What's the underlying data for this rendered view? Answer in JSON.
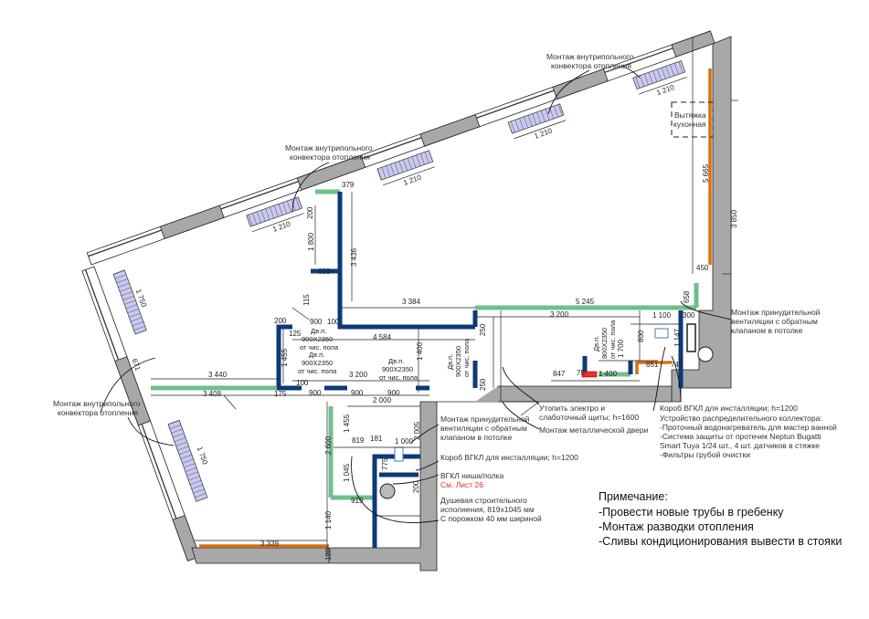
{
  "colors": {
    "wall": "#a8a8a8",
    "partition_new": "#0b3a78",
    "partition_gkl": "#6fbf8a",
    "heating": "#d9700e",
    "convector": "#c8c8f0",
    "reference": "#e53030"
  },
  "annotations": {
    "convector_top_right": [
      "Монтаж внутрипольного",
      "конвектора отопления"
    ],
    "convector_top_mid": [
      "Монтаж внутрипольного",
      "конвектора отопления"
    ],
    "convector_left": [
      "Монтаж внутрипольного",
      "конвектора отопления"
    ],
    "hood": [
      "Вытяжка",
      "кухонная"
    ],
    "ventilation_right": [
      "Монтаж принудительной",
      "вентиляции с обратным",
      "клапаном в потолке"
    ],
    "ventilation_mid": [
      "Монтаж принудительной",
      "вентиляции с обратным",
      "клапаном в потолке"
    ],
    "panels": [
      "Утопить электро и",
      "слаботочный щиты; h=1600"
    ],
    "metal_door": "Монтаж металлической двери",
    "install_box_right": "Короб ВГКЛ для инсталляции; h=1200",
    "collector": [
      "Устройство распределительного коллектора:",
      "-Проточный водонагреватель для мастер ванной",
      "-Система защиты от протечек Neptun Bugatti",
      "Smart Tuya 1/24 шт., 4 шт. датчиков в стяжке",
      "-Фильтры грубой очистки"
    ],
    "install_box_mid": "Короб ВГКЛ для инсталляции; h=1200",
    "niche": "ВГКЛ ниша/полка",
    "niche_ref": "См. Лист 26",
    "shower": [
      "Душевая строительного",
      "исполнения, 819x1045 мм",
      "С порожком 40 мм шириной"
    ]
  },
  "doors": [
    [
      "Дв.п.",
      "900Х2350",
      "от чис. пола"
    ],
    [
      "Дв.п.",
      "900Х2350",
      "от чис. пола"
    ],
    [
      "Дв.п.",
      "900Х2350",
      "от чис. пола"
    ],
    [
      "Дв.п.",
      "900Х2350",
      "от чис. пола"
    ],
    [
      "Дв.п.",
      "800Х2350",
      "от чис. пола"
    ]
  ],
  "notes": {
    "title": "Примечание:",
    "items": [
      "-Провести новые трубы в гребенку",
      "-Монтаж разводки отопления",
      "-Сливы кондиционирования вывести в стояки"
    ]
  },
  "dims": [
    "3 384",
    "5 245",
    "3 200",
    "4 584",
    "3 440",
    "3 408",
    "175",
    "100",
    "3 200",
    "2 000",
    "900",
    "900",
    "900",
    "1 455",
    "1 400",
    "3 436",
    "1 800",
    "600",
    "379",
    "200",
    "5 665",
    "3 850",
    "450",
    "658",
    "1 100",
    "300",
    "1 700",
    "1 147",
    "800",
    "847",
    "1 400",
    "75",
    "651",
    "749",
    "2 600",
    "1 455",
    "2 005",
    "819",
    "181",
    "1 000",
    "1 045",
    "919",
    "1 140",
    "120",
    "3 339",
    "200",
    "775",
    "1 210",
    "1 210",
    "1 210",
    "1 210",
    "1 750",
    "1 750",
    "671",
    "125",
    "100",
    "115",
    "900",
    "250",
    "250",
    "200"
  ]
}
